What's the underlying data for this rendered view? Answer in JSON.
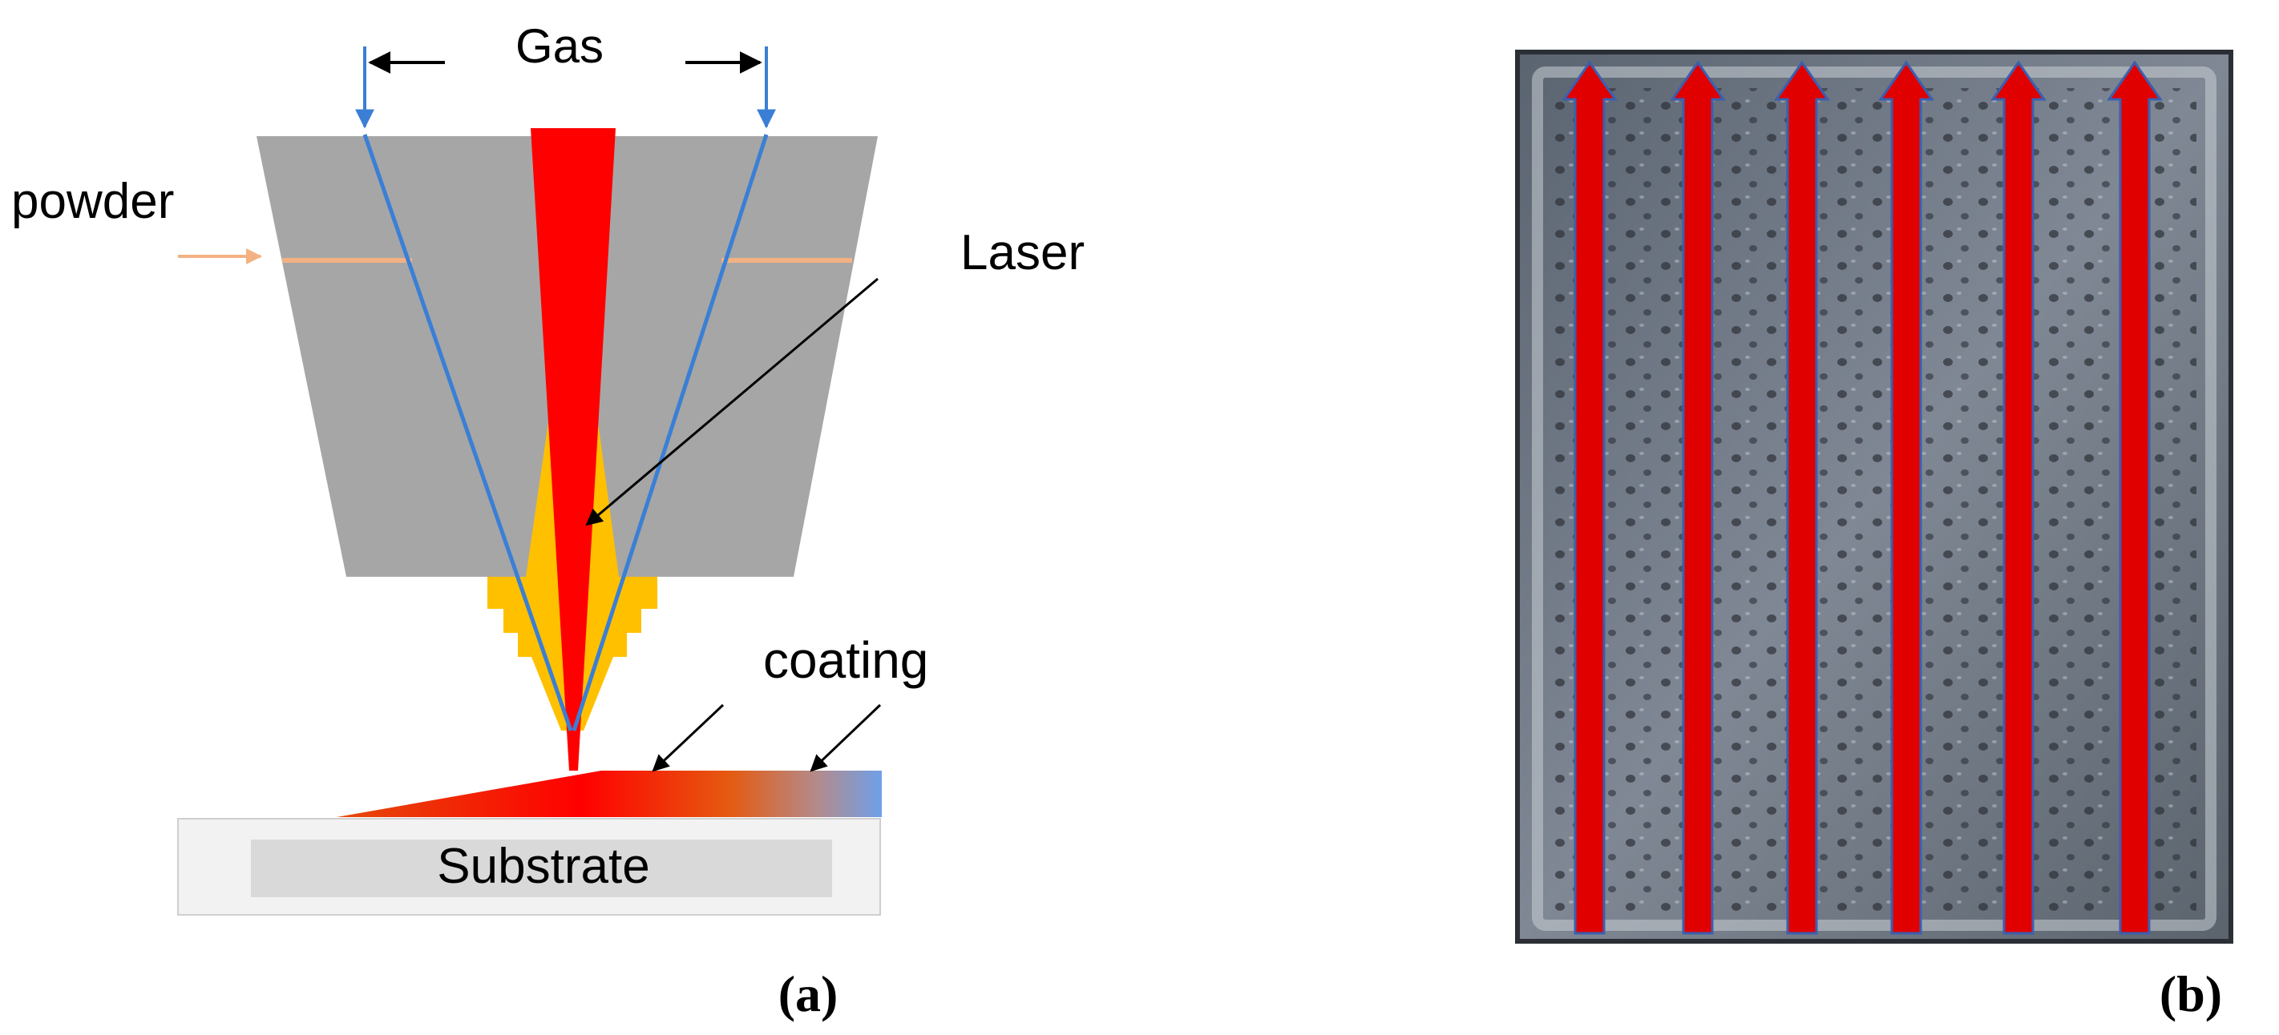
{
  "panel_a": {
    "gas_label": "Gas",
    "powder_label": "powder",
    "laser_label": "Laser",
    "coating_label": "coating",
    "substrate_label": "Substrate",
    "panel_label": "(a)",
    "colors": {
      "nozzle": "#a6a6a6",
      "gas_line": "#3a7fd5",
      "powder_line": "#f4b183",
      "laser": "#ff0000",
      "powder_stream": "#ffc000",
      "substrate_outer": "#f2f2f2",
      "substrate_inner": "#d9d9d9"
    }
  },
  "panel_b": {
    "panel_label": "(b)",
    "scan_track_count": 6,
    "scan_direction": "up",
    "colors": {
      "scan_arrow": "#e00000",
      "plate": "#6f7885"
    }
  }
}
